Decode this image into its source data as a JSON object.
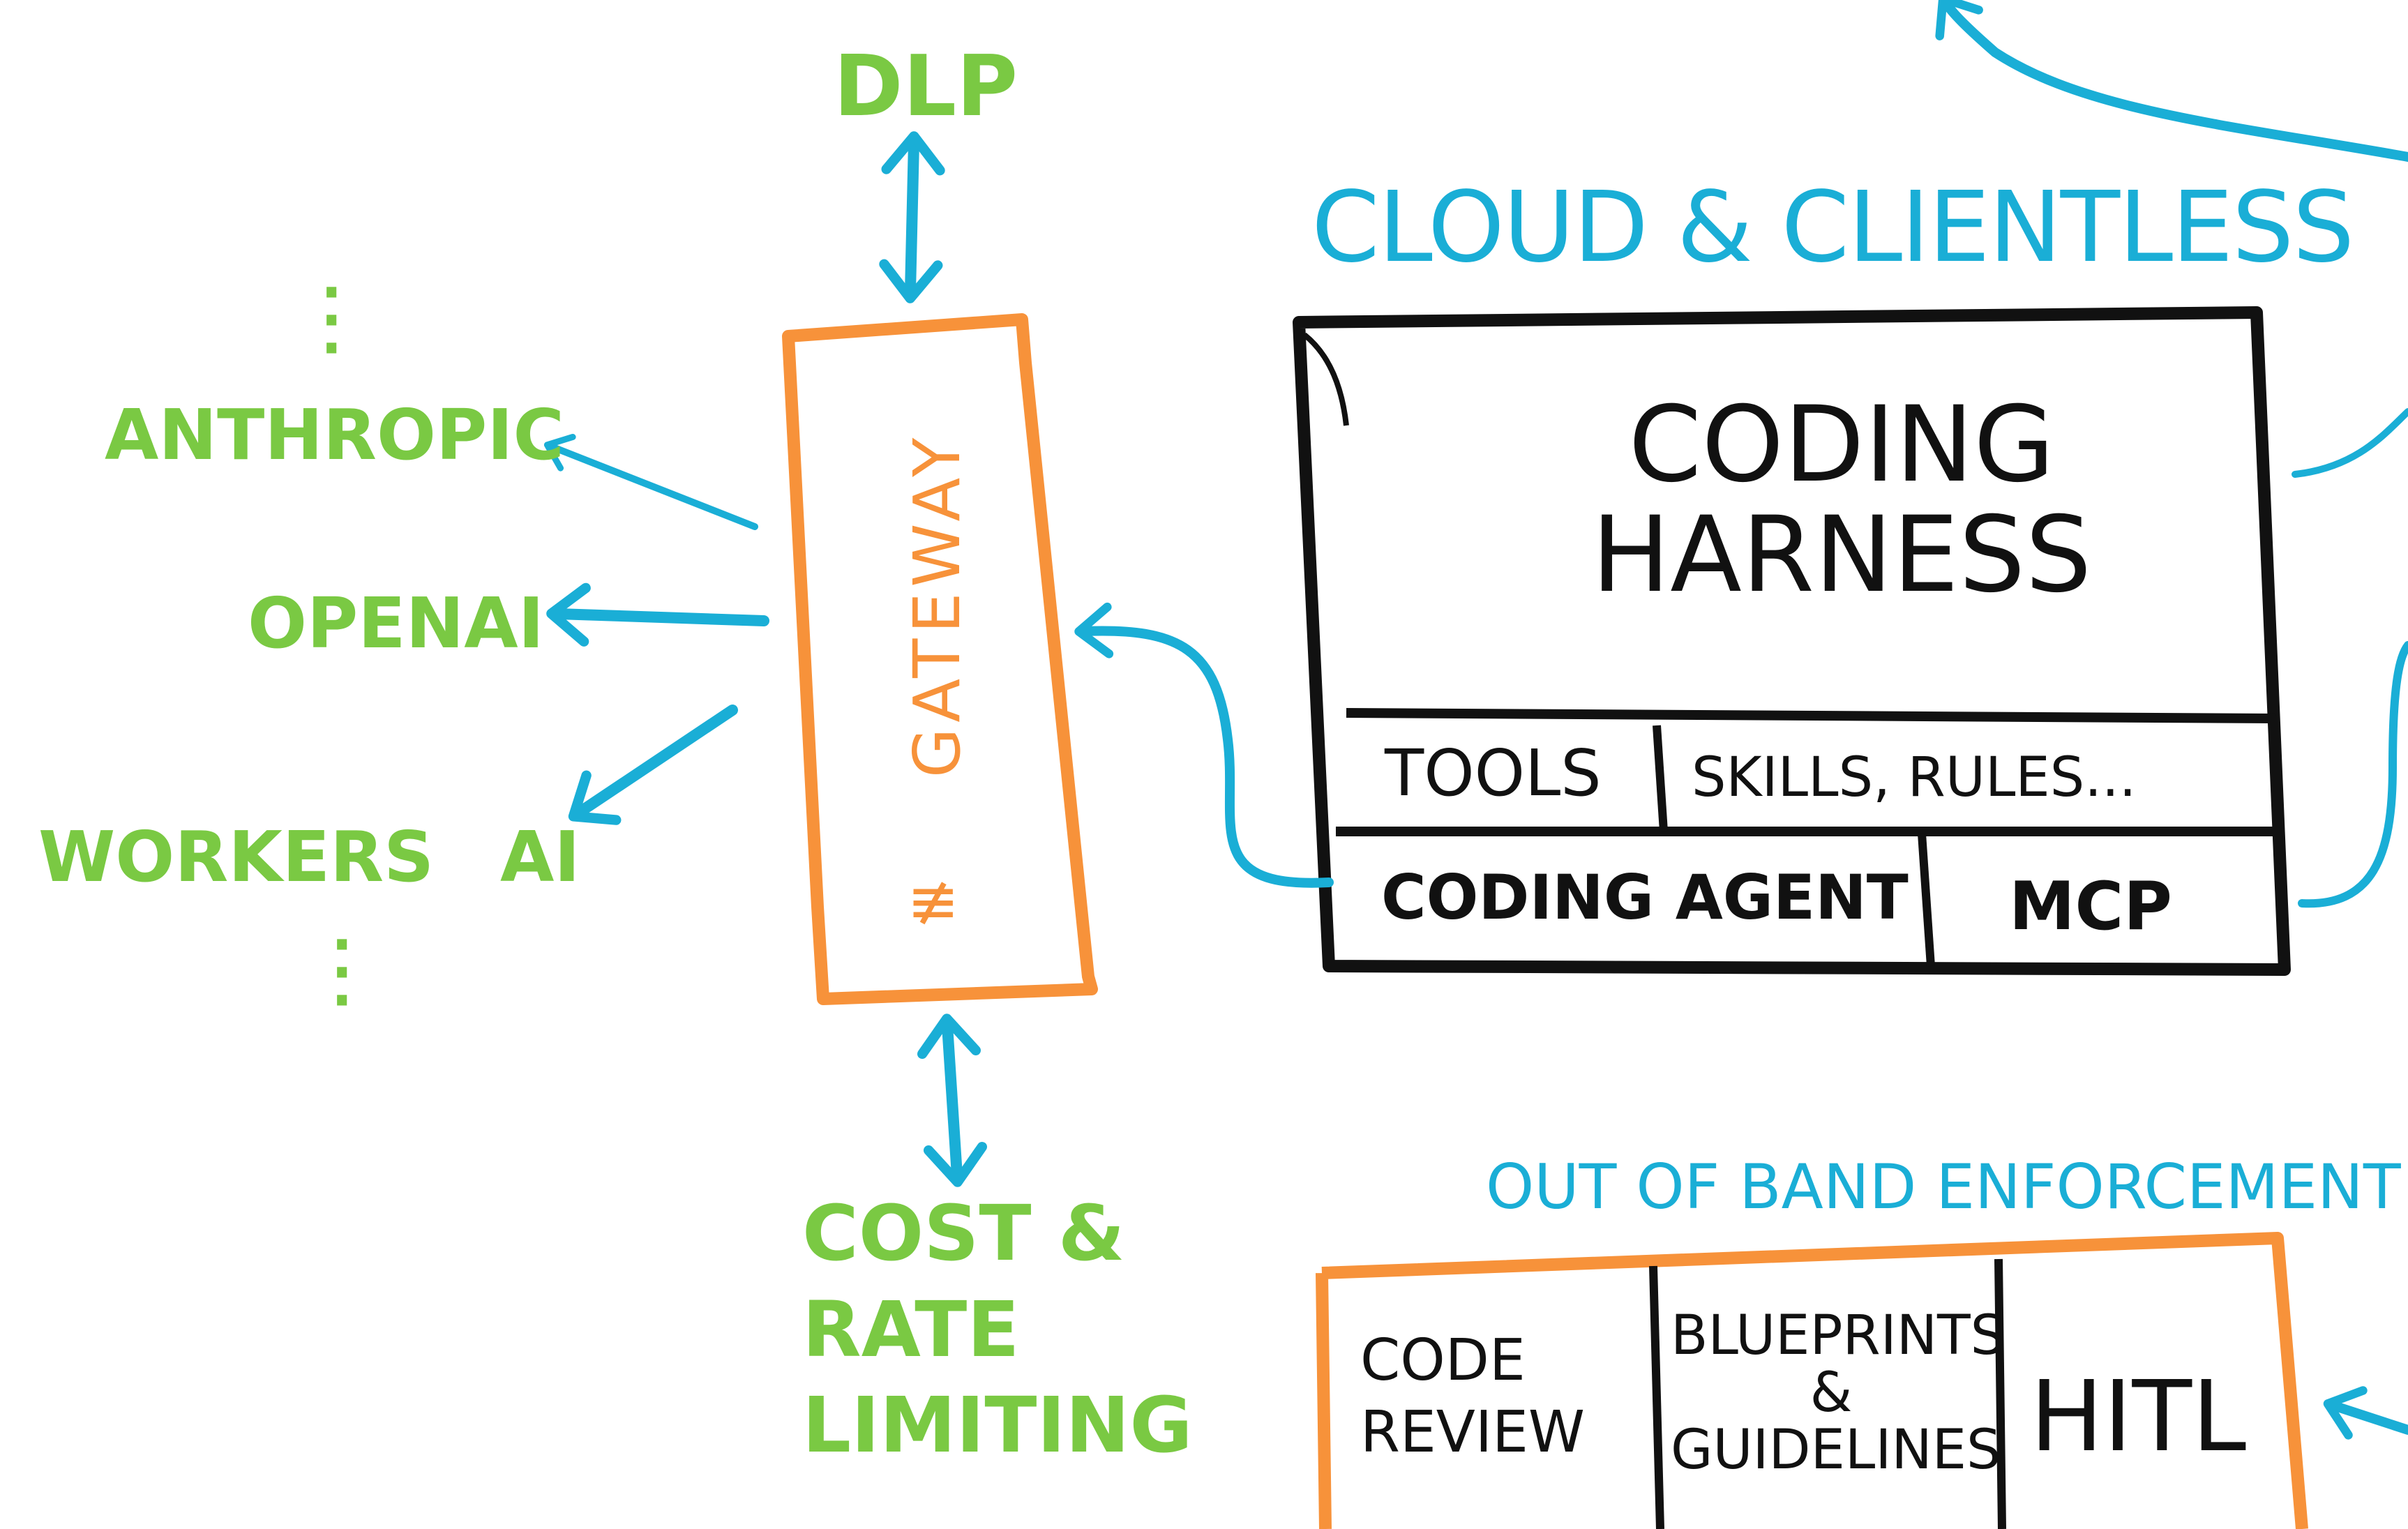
{
  "colors": {
    "green": "#7ac943",
    "blue": "#1aaed6",
    "orange": "#f7923a",
    "black": "#111111"
  },
  "providers": {
    "dlp": "DLP",
    "anthropic": "ANTHROPIC",
    "openai": "OPENAI",
    "workers_ai": "WORKERS AI",
    "cost_rate": "COST &\nRATE\nLIMITING"
  },
  "gateway": {
    "label": "GATEWAY",
    "icon": "cloudflare-flame-icon"
  },
  "cloud_section": {
    "title": "CLOUD & CLIENTLESS"
  },
  "harness": {
    "title": "CODING\nHARNESS",
    "tools": "TOOLS",
    "skills": "SKILLS, RULES...",
    "agent": "CODING AGENT",
    "mcp": "MCP"
  },
  "enforcement": {
    "title": "OUT OF BAND ENFORCEMENT",
    "code_review": "CODE\nREVIEW",
    "blueprints": "BLUEPRINTS\n&\nGUIDELINES",
    "hitl": "HITL"
  }
}
